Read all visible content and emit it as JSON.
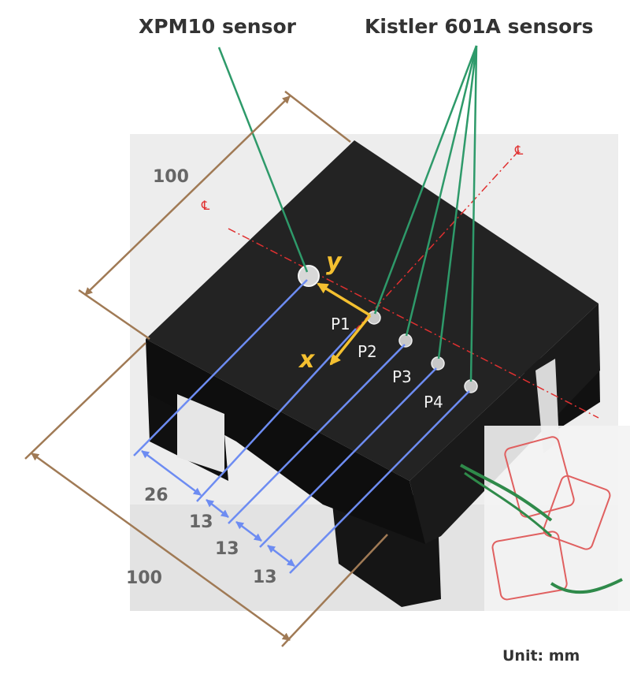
{
  "labels": {
    "xpm10": "XPM10 sensor",
    "kistler": "Kistler  601A sensors",
    "unit": "Unit: mm"
  },
  "dimensions": {
    "top_side": "100",
    "front_side": "100",
    "d1": "26",
    "d2": "13",
    "d3": "13",
    "d4": "13"
  },
  "points": [
    "P1",
    "P2",
    "P3",
    "P4"
  ],
  "axes": {
    "x": "x",
    "y": "y"
  },
  "colors": {
    "block": "#141414",
    "leader": "#2e9a6a",
    "dimension_blue": "#6d8cf2",
    "dimension_brown": "#a07a55",
    "axis_arrow": "#f4c030",
    "centerline": "#e03030"
  }
}
